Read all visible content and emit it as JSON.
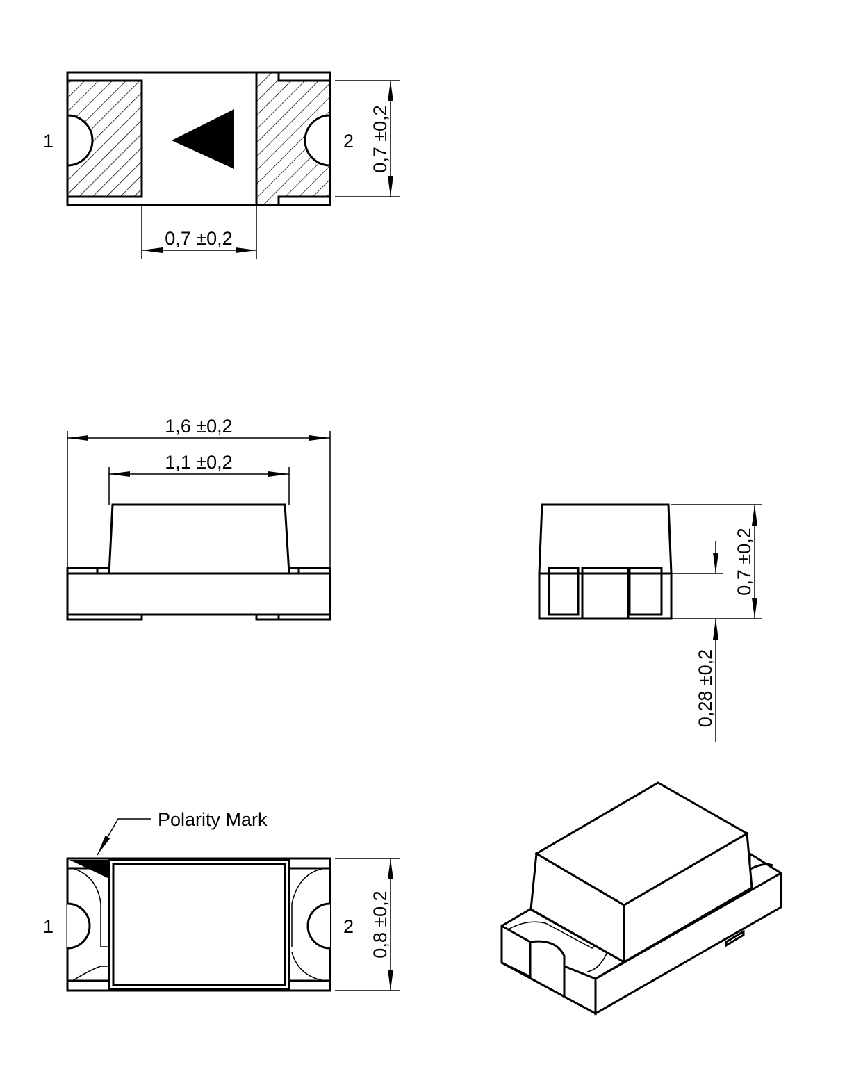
{
  "top_view": {
    "pin1_label": "1",
    "pin2_label": "2",
    "height_dim": "0,7 ±0,2",
    "width_dim": "0,7 ±0,2"
  },
  "side_view": {
    "total_length_dim": "1,6 ±0,2",
    "lens_length_dim": "1,1 ±0,2"
  },
  "end_view": {
    "height_dim": "0,7 ±0,2",
    "base_height_dim": "0,28 ±0,2"
  },
  "bottom_view": {
    "polarity_label": "Polarity Mark",
    "pin1_label": "1",
    "pin2_label": "2",
    "height_dim": "0,8 ±0,2"
  },
  "colors": {
    "line": "#000000",
    "background": "#ffffff"
  }
}
